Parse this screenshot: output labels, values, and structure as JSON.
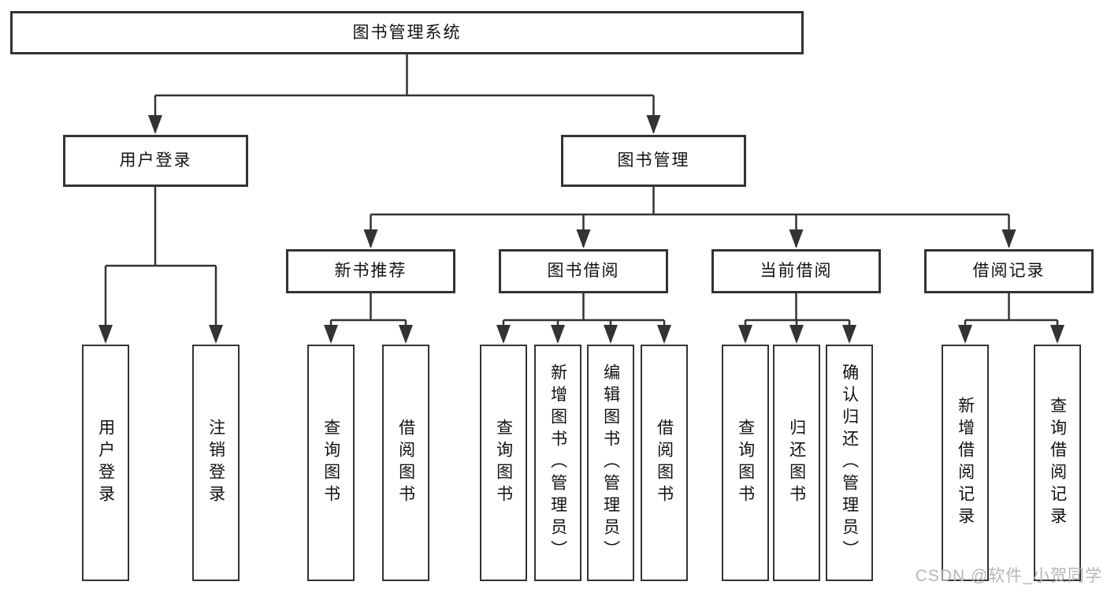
{
  "diagram": {
    "root": {
      "label": "图书管理系统"
    },
    "branches": [
      {
        "label": "用户登录",
        "children": [
          {
            "label": "用户登录"
          },
          {
            "label": "注销登录"
          }
        ]
      },
      {
        "label": "图书管理",
        "children": [
          {
            "label": "新书推荐",
            "children": [
              {
                "label": "查询图书"
              },
              {
                "label": "借阅图书"
              }
            ]
          },
          {
            "label": "图书借阅",
            "children": [
              {
                "label": "查询图书"
              },
              {
                "label": "新增图书（管理员）"
              },
              {
                "label": "编辑图书（管理员）"
              },
              {
                "label": "借阅图书"
              }
            ]
          },
          {
            "label": "当前借阅",
            "children": [
              {
                "label": "查询图书"
              },
              {
                "label": "归还图书"
              },
              {
                "label": "确认归还（管理员）"
              }
            ]
          },
          {
            "label": "借阅记录",
            "children": [
              {
                "label": "新增借阅记录"
              },
              {
                "label": "查询借阅记录"
              }
            ]
          }
        ]
      }
    ]
  },
  "watermark": {
    "text": "CSDN @软件_小贺同学",
    "color": "#b6b6b6"
  },
  "colors": {
    "line": "#333333",
    "box_border": "#333333",
    "box_background": "#ffffff",
    "text": "#111111",
    "page_background": "#ffffff"
  }
}
